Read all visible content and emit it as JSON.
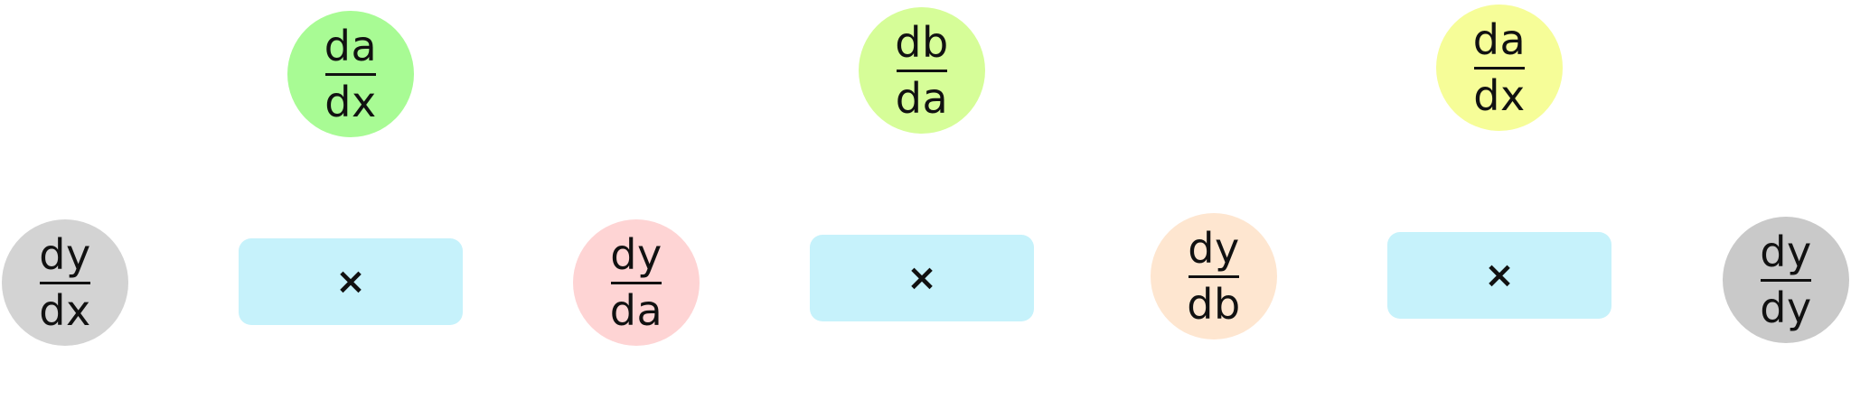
{
  "top_nodes": [
    {
      "num": "da",
      "den": "dx",
      "color": "#a8fb94"
    },
    {
      "num": "db",
      "den": "da",
      "color": "#d6fd98"
    },
    {
      "num": "da",
      "den": "dx",
      "color": "#f6fd98"
    }
  ],
  "bottom_nodes": [
    {
      "num": "dy",
      "den": "dx",
      "color": "#d3d3d3"
    },
    {
      "num": "dy",
      "den": "da",
      "color": "#fed4d4"
    },
    {
      "num": "dy",
      "den": "db",
      "color": "#fee6d0"
    },
    {
      "num": "dy",
      "den": "dy",
      "color": "#c9c9c9"
    }
  ],
  "operators": [
    {
      "symbol": "×",
      "color": "#c6f2fb"
    },
    {
      "symbol": "×",
      "color": "#c6f2fb"
    },
    {
      "symbol": "×",
      "color": "#c6f2fb"
    }
  ]
}
